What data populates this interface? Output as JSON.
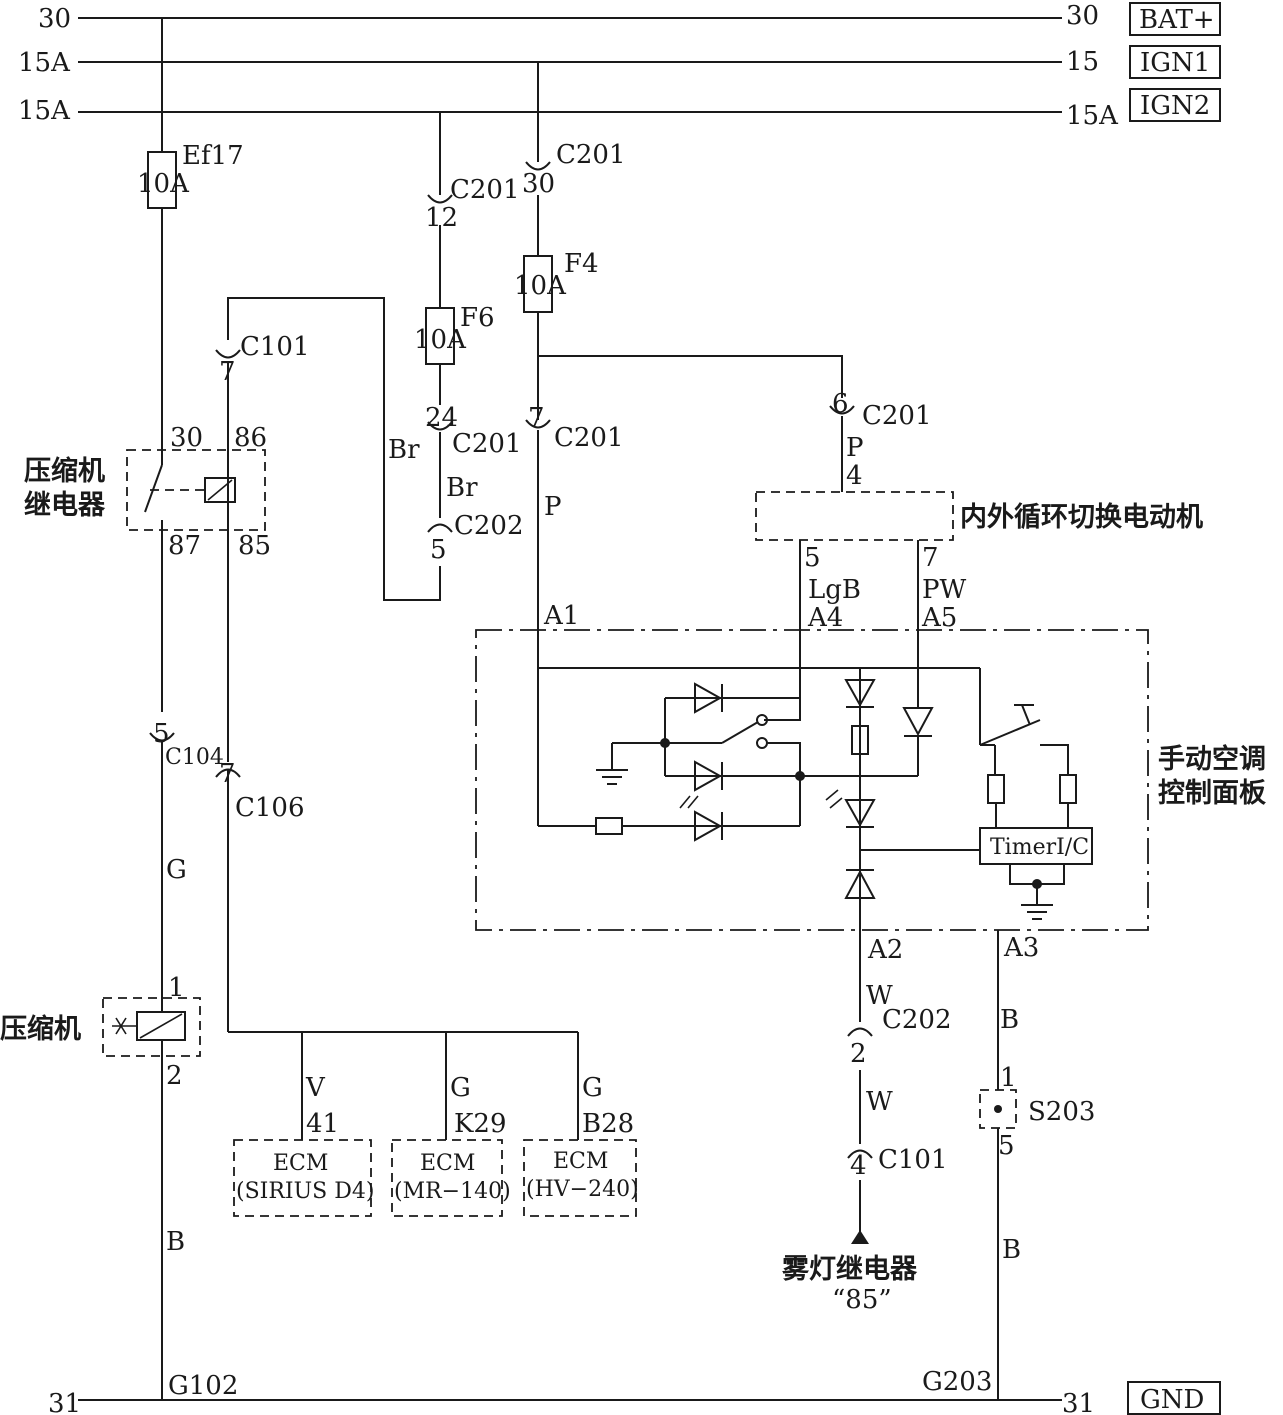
{
  "rails": {
    "top_left": "30",
    "top_right": "30",
    "top_tag": "BAT+",
    "ign1_left": "15A",
    "ign1_right": "15",
    "ign1_tag": "IGN1",
    "ign2_left": "15A",
    "ign2_right": "15A",
    "ign2_tag": "IGN2",
    "gnd_left": "31",
    "gnd_right": "31",
    "gnd_tag": "GND"
  },
  "fuses": {
    "ef17": {
      "name": "Ef17",
      "rating": "10A"
    },
    "f6": {
      "name": "F6",
      "rating": "10A"
    },
    "f4": {
      "name": "F4",
      "rating": "10A"
    }
  },
  "connectors": {
    "c201_top_pin": "30",
    "c201_top_name": "C201",
    "c201_f6_pin": "12",
    "c201_f6_name": "C201",
    "c101_top_pin": "7",
    "c101_top_name": "C101",
    "c201_mid_pin": "24",
    "c201_mid_name": "C201",
    "c202_mid_pin": "5",
    "c202_mid_name": "C202",
    "c201_p_pin": "7",
    "c201_p_name": "C201",
    "c201_6_pin": "6",
    "c201_6_name": "C201",
    "c104_pin": "5",
    "c104_name": "C104",
    "c106_pin": "7",
    "c106_name": "C106",
    "c202_low_pin": "2",
    "c202_low_name": "C202",
    "c101_low_pin": "4",
    "c101_low_name": "C101"
  },
  "wire_colors": {
    "br1": "Br",
    "br2": "Br",
    "p1": "P",
    "p2": "P",
    "g_comp": "G",
    "b_comp": "B",
    "lgb": "LgB",
    "pw": "PW",
    "w1": "W",
    "w2": "W",
    "b_a3": "B",
    "b_s203": "B",
    "v_ecm": "V",
    "g_ecm2": "G",
    "g_ecm3": "G"
  },
  "relay": {
    "label_line1": "压缩机",
    "label_line2": "继电器",
    "pin30": "30",
    "pin86": "86",
    "pin87": "87",
    "pin85": "85"
  },
  "compressor": {
    "label": "压缩机",
    "pin1": "1",
    "pin2": "2"
  },
  "motor": {
    "label": "内外循环切换电动机",
    "pin4": "4",
    "pin5": "5",
    "pin7": "7"
  },
  "panel": {
    "label_line1": "手动空调",
    "label_line2": "控制面板",
    "a1": "A1",
    "a2": "A2",
    "a3": "A3",
    "a4": "A4",
    "a5": "A5",
    "timer": "TimerI/C"
  },
  "ecms": [
    {
      "line1": "ECM",
      "line2": "(SIRIUS D4)",
      "pin": "41"
    },
    {
      "line1": "ECM",
      "line2": "(MR−140)",
      "pin": "K29"
    },
    {
      "line1": "ECM",
      "line2": "(HV−240)",
      "pin": "B28"
    }
  ],
  "switch_s203": {
    "name": "S203",
    "pin1": "1",
    "pin5": "5"
  },
  "fog_relay": {
    "label": "雾灯继电器",
    "pin": "“85”"
  },
  "grounds": {
    "g102": "G102",
    "g203": "G203"
  }
}
